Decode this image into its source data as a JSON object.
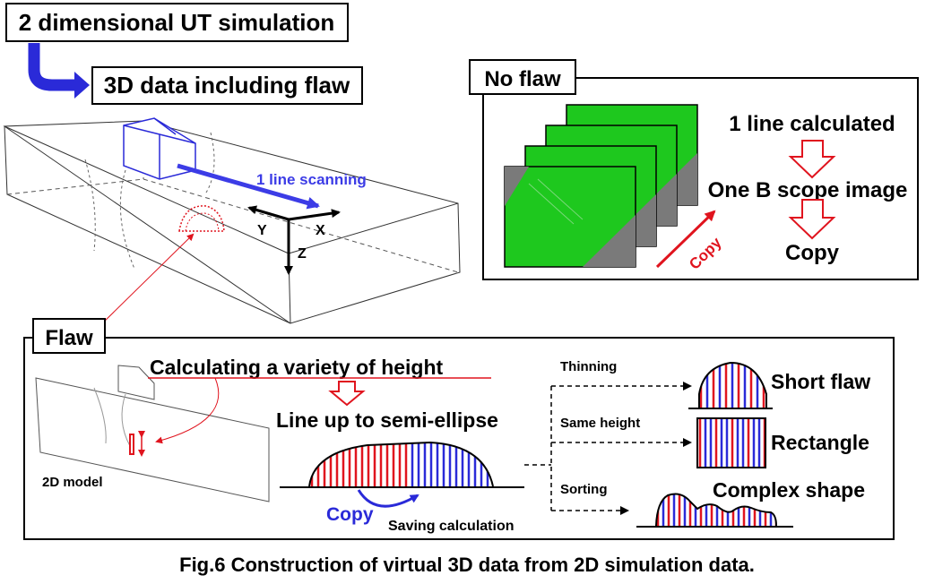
{
  "title_box": "2 dimensional UT simulation",
  "subtitle_box": "3D data including flaw",
  "scan": {
    "scan_label": "1 line scanning",
    "axis_y": "Y",
    "axis_x": "X",
    "axis_z": "Z"
  },
  "no_flaw": {
    "title": "No flaw",
    "step1": "1 line calculated",
    "step2": "One B scope image",
    "step3": "Copy",
    "copy_arrow_label": "Copy"
  },
  "flaw": {
    "title": "Flaw",
    "calc_label": "Calculating a variety of height",
    "lineup_label": "Line up to semi-ellipse",
    "model_label": "2D model",
    "copy_label": "Copy",
    "saving_label": "Saving calculation",
    "branches": [
      {
        "label": "Thinning",
        "result": "Short flaw"
      },
      {
        "label": "Same height",
        "result": "Rectangle"
      },
      {
        "label": "Sorting",
        "result": "Complex shape"
      }
    ]
  },
  "caption": "Fig.6 Construction of virtual 3D data from 2D simulation data.",
  "colors": {
    "red": "#e0141e",
    "blue": "#2a2ad8",
    "arrow_blue": "#3c3ce6",
    "green": "#1ec81e",
    "gray": "#7a7a7a"
  }
}
